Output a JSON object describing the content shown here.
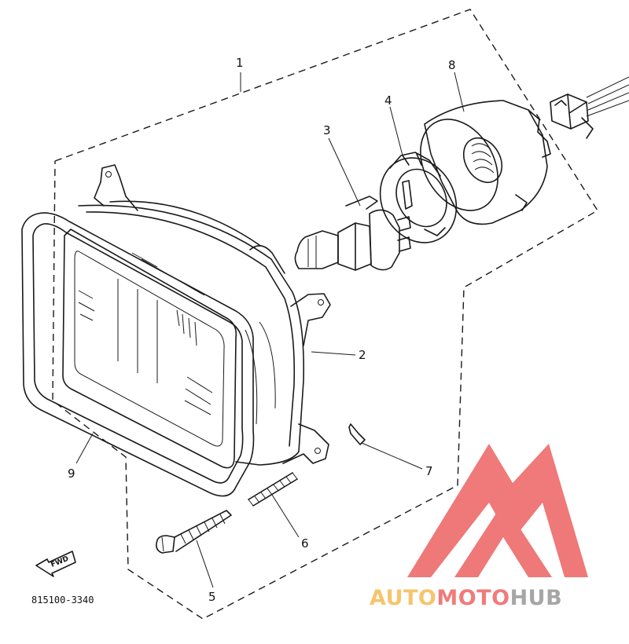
{
  "diagram": {
    "callouts": {
      "c1": "1",
      "c2": "2",
      "c3": "3",
      "c4": "4",
      "c5": "5",
      "c6": "6",
      "c7": "7",
      "c8": "8",
      "c9": "9"
    },
    "part_number": "815100-3340",
    "fwd_arrow_label": "FWD"
  },
  "watermark": {
    "text_part1": "AUTO",
    "text_part2": "MOTO",
    "text_part3": "HUB",
    "colors": {
      "logo_red": "#ee6a6a",
      "auto_orange": "#f6c46c",
      "moto_red": "#f07b7b",
      "hub_gray": "#a6a6a6"
    }
  }
}
